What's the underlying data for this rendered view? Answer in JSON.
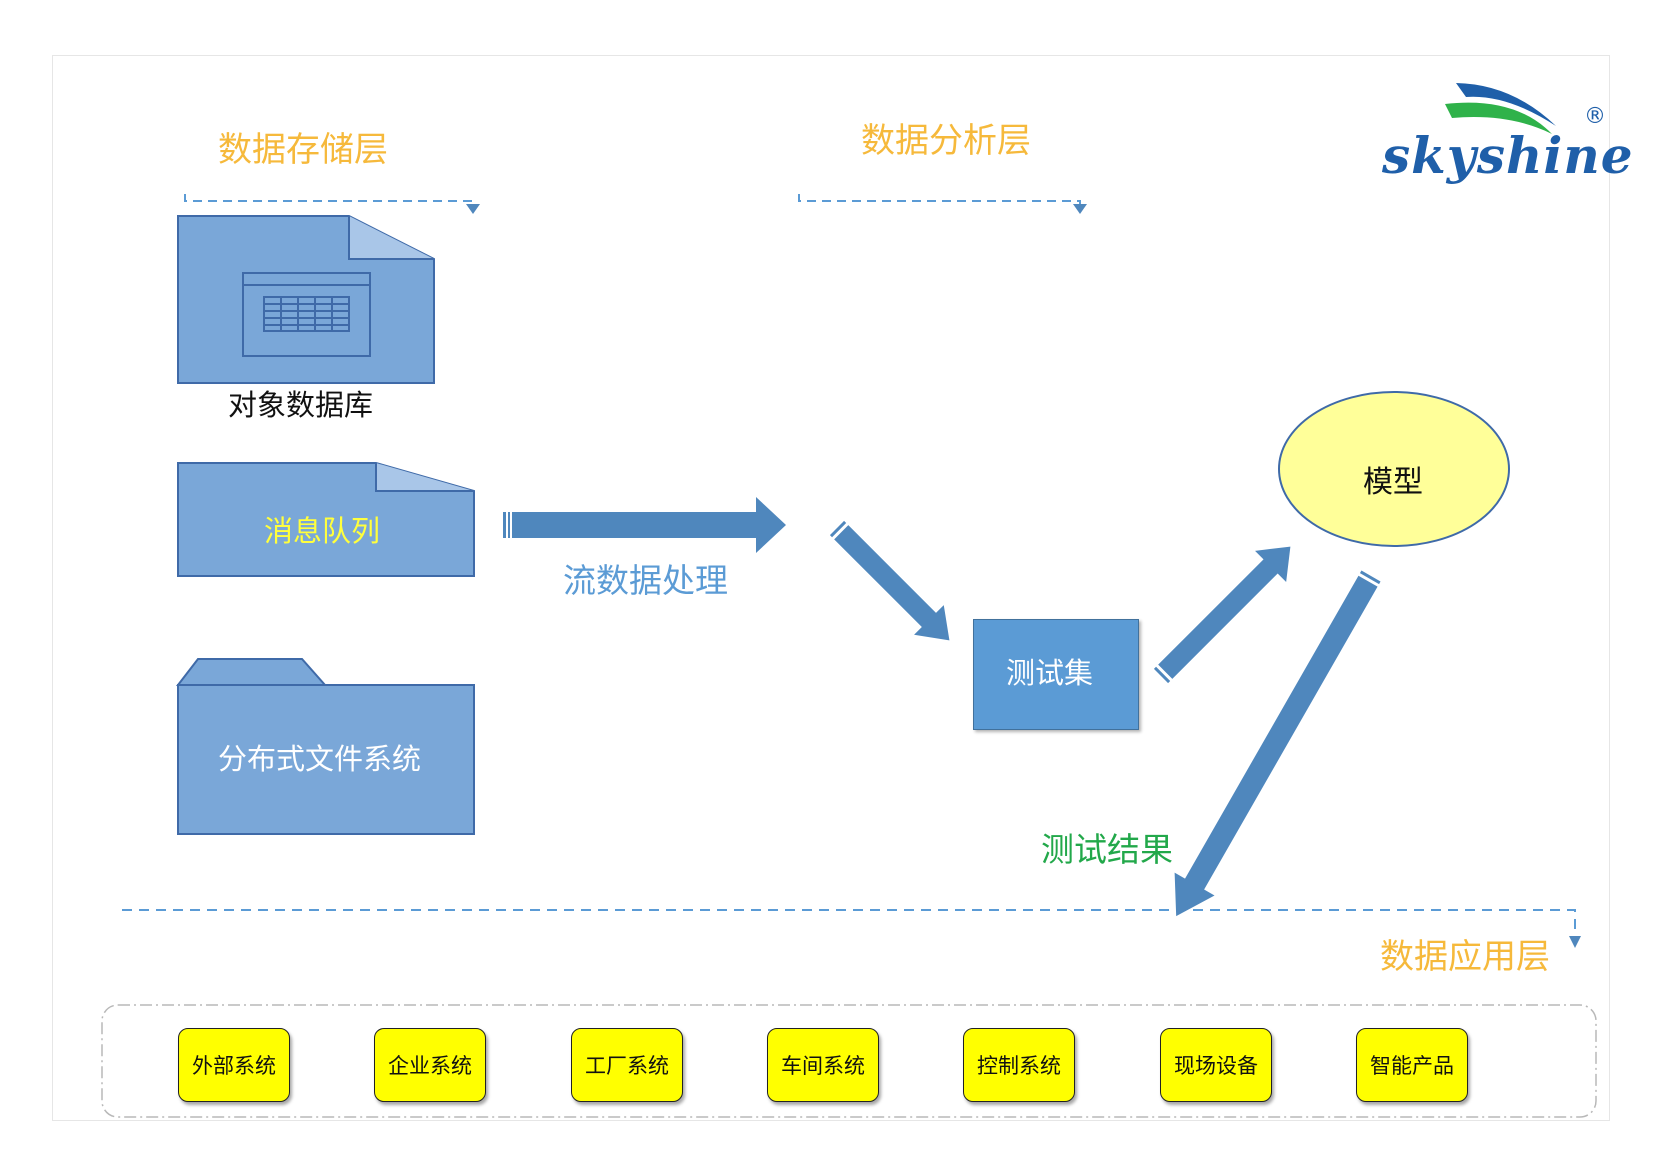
{
  "logo": {
    "text": "skyshine",
    "registered": "®"
  },
  "layers": {
    "storage": "数据存储层",
    "analysis": "数据分析层",
    "application": "数据应用层"
  },
  "storage_items": {
    "database": "对象数据库",
    "queue": "消息队列",
    "filesystem": "分布式文件系统"
  },
  "flow": {
    "stream_processing": "流数据处理",
    "test_set": "测试集",
    "model": "模型",
    "test_result": "测试结果"
  },
  "applications": [
    "外部系统",
    "企业系统",
    "工厂系统",
    "车间系统",
    "控制系统",
    "现场设备",
    "智能产品"
  ],
  "colors": {
    "shape_fill": "#7aa7d8",
    "shape_stroke": "#3f6aa8",
    "arrow": "#4f87bd",
    "layer_title": "#f6b93b",
    "model_fill": "#ffff99",
    "app_fill": "#ffff00",
    "result_text": "#22a84a",
    "logo": "#1f5fa9"
  }
}
